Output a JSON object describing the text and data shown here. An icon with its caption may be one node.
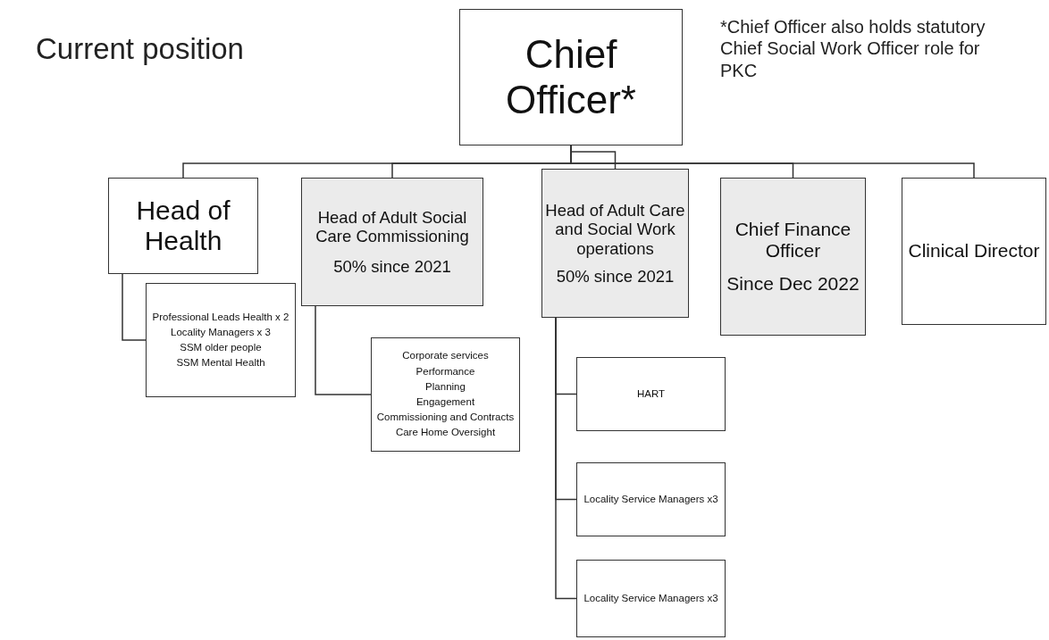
{
  "diagram": {
    "title": "Current position",
    "nodes": [
      {
        "text": [
          "Chief Officer*"
        ]
      },
      {
        "text": [
          "Head of Health"
        ]
      },
      {
        "text": [
          "Head of Adult Social Care Commissioning",
          "50% since 2021"
        ]
      },
      {
        "text": [
          "Head of Adult Care and Social Work operations",
          "50% since 2021"
        ]
      },
      {
        "text": [
          "Chief Finance Officer",
          "Since Dec 2022"
        ]
      },
      {
        "text": [
          "Clinical Director"
        ]
      },
      {
        "text": [
          "Professional Leads Health x 2",
          "Locality Managers x 3",
          "SSM older people",
          "SSM Mental Health"
        ]
      },
      {
        "text": [
          "Corporate services",
          "Performance",
          "Planning",
          "Engagement",
          "Commissioning and Contracts",
          "Care Home Oversight"
        ]
      },
      {
        "text": [
          "HART"
        ]
      },
      {
        "text": [
          "Locality Service Managers x3"
        ]
      },
      {
        "text": [
          "Locality Service Managers x3"
        ]
      }
    ],
    "edges": [
      {
        "from": 0,
        "to": 1,
        "arrow": "none"
      },
      {
        "from": 0,
        "to": 2,
        "arrow": "none"
      },
      {
        "from": 0,
        "to": 3,
        "arrow": "none"
      },
      {
        "from": 0,
        "to": 4,
        "arrow": "none"
      },
      {
        "from": 0,
        "to": 5,
        "arrow": "none"
      },
      {
        "from": 1,
        "to": 6,
        "arrow": "none"
      },
      {
        "from": 2,
        "to": 7,
        "arrow": "none"
      },
      {
        "from": 3,
        "to": 8,
        "arrow": "none"
      },
      {
        "from": 3,
        "to": 9,
        "arrow": "none"
      },
      {
        "from": 3,
        "to": 10,
        "arrow": "none"
      }
    ],
    "labels": [
      "*Chief Officer also holds statutory Chief Social Work Officer role for PKC"
    ]
  }
}
